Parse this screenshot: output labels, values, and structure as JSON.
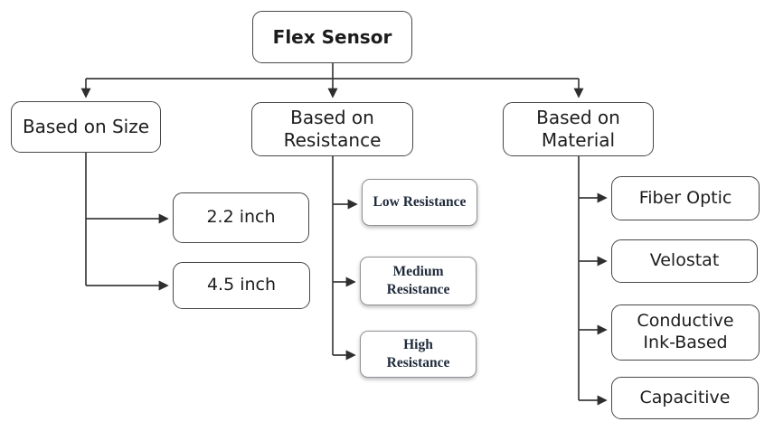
{
  "diagram": {
    "title": "Flex Sensor classification diagram",
    "root": {
      "label": "Flex Sensor"
    },
    "branches": [
      {
        "label": "Based on Size",
        "children": [
          {
            "label": "2.2 inch"
          },
          {
            "label": "4.5 inch"
          }
        ]
      },
      {
        "label": "Based on\nResistance",
        "children": [
          {
            "label": "Low Resistance"
          },
          {
            "label": "Medium\nResistance"
          },
          {
            "label": "High\nResistance"
          }
        ]
      },
      {
        "label": "Based on\nMaterial",
        "children": [
          {
            "label": "Fiber Optic"
          },
          {
            "label": "Velostat"
          },
          {
            "label": "Conductive\nInk-Based"
          },
          {
            "label": "Capacitive"
          }
        ]
      }
    ],
    "colors": {
      "background": "#ffffff",
      "box_border": "#474747",
      "resistance_box_border": "#8f9296",
      "text": "#1c1c1c",
      "resistance_text": "#1f2a3a",
      "connector": "#3d3d3d"
    }
  }
}
